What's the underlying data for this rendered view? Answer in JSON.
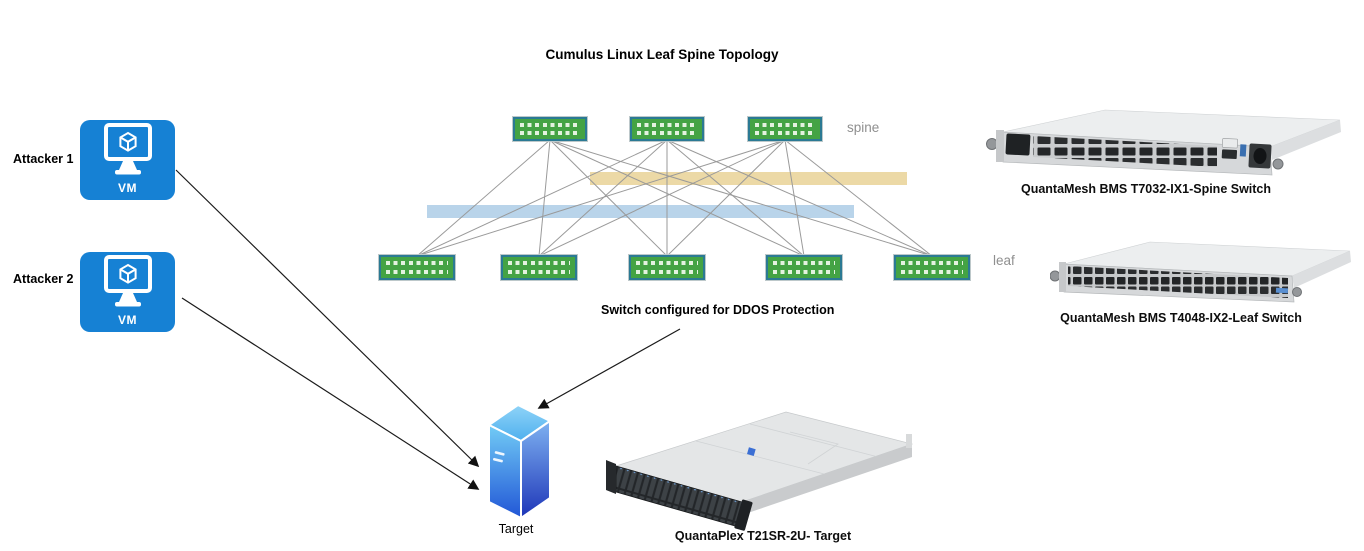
{
  "title": "Cumulus Linux Leaf Spine Topology",
  "attackers": [
    {
      "label": "Attacker 1",
      "vm_label": "VM"
    },
    {
      "label": "Attacker 2",
      "vm_label": "VM"
    }
  ],
  "topology": {
    "spine_label": "spine",
    "leaf_label": "leaf",
    "spine_switch_count": 3,
    "leaf_switch_count": 5,
    "annotation": "Switch configured for DDOS Protection"
  },
  "target": {
    "label": "Target"
  },
  "hardware_captions": {
    "spine_switch": "QuantaMesh BMS T7032-IX1-Spine Switch",
    "leaf_switch": "QuantaMesh BMS T4048-IX2-Leaf Switch",
    "server": "QuantaPlex T21SR-2U- Target"
  },
  "colors": {
    "vm_blue": "#1681d4",
    "switch_green": "#44a344",
    "switch_border": "#2b7a94",
    "band_orange": "#ecd9a6",
    "band_blue": "#b9d4ea",
    "mesh_line": "#9a9a9a",
    "arrow_black": "#111111",
    "label_gray": "#8f8f8f"
  }
}
